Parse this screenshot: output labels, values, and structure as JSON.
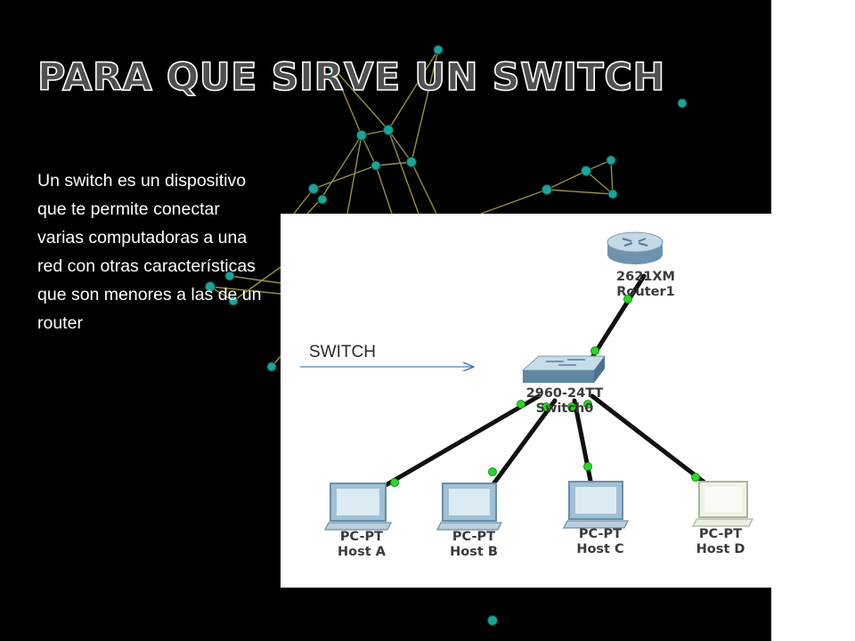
{
  "slide": {
    "title": "PARA QUE SIRVE UN SWITCH",
    "body": "Un switch es un dispositivo que te permite conectar varias computadoras a una red con otras características que son menores a las de un router"
  },
  "diagram": {
    "annotation": "SWITCH",
    "router": {
      "model": "2621XM",
      "name": "Router1"
    },
    "switch": {
      "model": "2960-24TT",
      "name": "Switch0"
    },
    "hosts": [
      {
        "model": "PC-PT",
        "name": "Host A"
      },
      {
        "model": "PC-PT",
        "name": "Host B"
      },
      {
        "model": "PC-PT",
        "name": "Host C"
      },
      {
        "model": "PC-PT",
        "name": "Host D"
      }
    ],
    "link_status_color": "#22dd22",
    "link_color": "#111111",
    "annotation_arrow_color": "#4f81bd"
  },
  "background": {
    "color": "#000000",
    "network_line_color": "#a8a04a",
    "network_node_color": "#1aa59a"
  }
}
